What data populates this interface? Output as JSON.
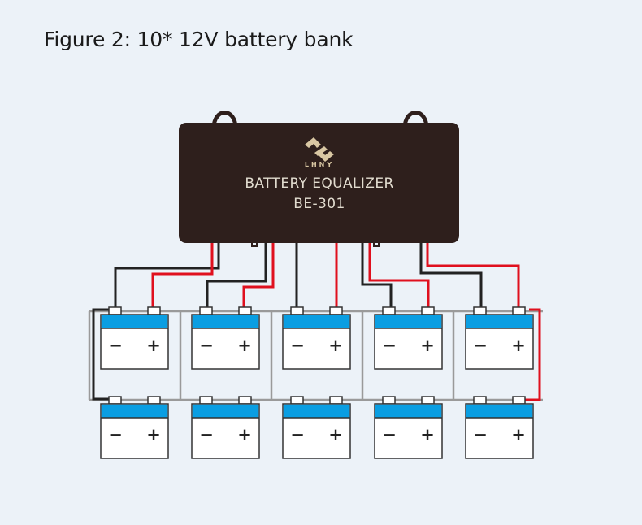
{
  "figure": {
    "title": "Figure 2: 10* 12V battery bank"
  },
  "equalizer": {
    "brand": "LHNY",
    "name": "BATTERY EQUALIZER",
    "model": "BE-301",
    "logo_icon": "lhny-logo-icon"
  },
  "battery": {
    "count": 10,
    "negative_symbol": "−",
    "positive_symbol": "+",
    "icon": "battery-icon"
  },
  "colors": {
    "background": "#ecf2f8",
    "equalizer_body": "#2e1f1c",
    "battery_band": "#0a9ee2",
    "positive_wire": "#e0101e",
    "negative_wire": "#222222",
    "bus_wire": "#9a9a9a"
  }
}
